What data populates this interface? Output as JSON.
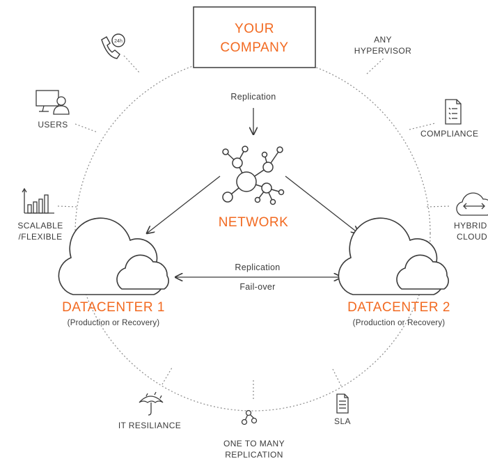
{
  "company": {
    "line1": "YOUR",
    "line2": "COMPANY"
  },
  "network": {
    "label": "NETWORK"
  },
  "edges": {
    "replication_top": "Replication",
    "replication_mid": "Replication",
    "failover": "Fail-over"
  },
  "datacenters": [
    {
      "name": "DATACENTER 1",
      "role": "(Production or Recovery)"
    },
    {
      "name": "DATACENTER 2",
      "role": "(Production or Recovery)"
    }
  ],
  "features": {
    "any_hypervisor": {
      "line1": "ANY",
      "line2": "HYPERVISOR"
    },
    "compliance": "COMPLIANCE",
    "hybrid_cloud": {
      "line1": "HYBRID",
      "line2": "CLOUD"
    },
    "users": "USERS",
    "scalable": {
      "line1": "SCALABLE",
      "line2": "/FLEXIBLE"
    },
    "it_resiliance": "IT RESILIANCE",
    "one_to_many": {
      "line1": "ONE TO MANY",
      "line2": "REPLICATION"
    },
    "sla": "SLA",
    "phone_badge": "24h"
  },
  "colors": {
    "accent": "#f26a21",
    "line": "#3a3a3a",
    "dotted": "#8a8a8a"
  },
  "icons": [
    "phone-24h-icon",
    "user-computer-icon",
    "bar-chart-icon",
    "document-list-icon",
    "hybrid-cloud-icon",
    "umbrella-icon",
    "share-nodes-icon",
    "document-icon",
    "network-nodes-icon",
    "cloud-icon"
  ]
}
